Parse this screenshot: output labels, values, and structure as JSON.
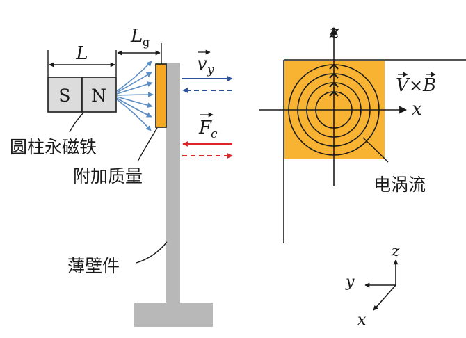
{
  "left": {
    "magnet": {
      "pole_s": "S",
      "pole_n": "N",
      "length_label": "L",
      "gap_label": "L",
      "gap_sub": "g"
    },
    "velocity": {
      "symbol": "v",
      "sub": "y"
    },
    "force": {
      "symbol": "F",
      "sub": "c"
    },
    "labels": {
      "magnet": "圆柱永磁铁",
      "mass": "附加质量",
      "plate": "薄壁件"
    }
  },
  "right": {
    "axis_z": "z",
    "axis_x": "x",
    "cross_product": "V×B",
    "cross_v": "V",
    "cross_times": "×",
    "cross_b": "B",
    "eddy_label": "电涡流"
  },
  "triad": {
    "z": "z",
    "y": "y",
    "x": "x"
  },
  "colors": {
    "magnet_fill": "#dcdcdc",
    "mass_fill": "#f7a823",
    "plate_fill": "#b8b8b8",
    "velocity": "#2c4f9e",
    "force": "#e0252a",
    "field_lines": "#5b8cc4",
    "eddy_square": "#f8b332"
  }
}
